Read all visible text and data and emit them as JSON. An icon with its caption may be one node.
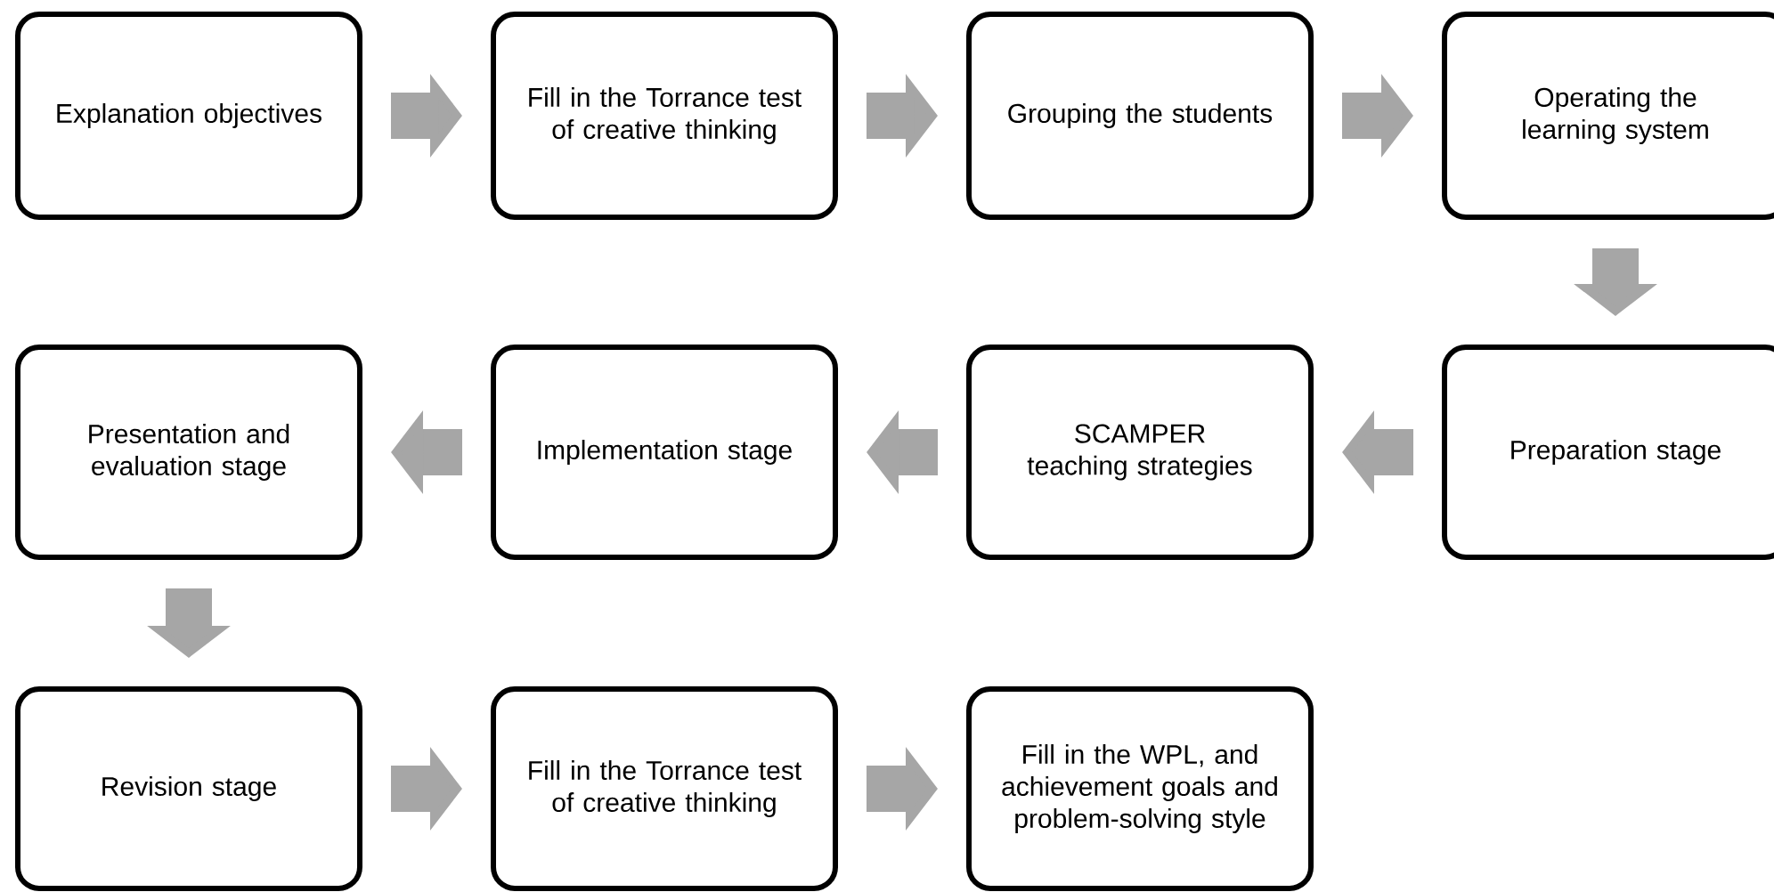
{
  "diagram": {
    "nodes": [
      {
        "text": [
          "Explanation objectives"
        ]
      },
      {
        "text": [
          "Fill in the Torrance test of creative thinking"
        ]
      },
      {
        "text": [
          "Grouping the students"
        ]
      },
      {
        "text": [
          "Operating the learning system"
        ]
      },
      {
        "text": [
          "Preparation stage"
        ]
      },
      {
        "text": [
          "SCAMPER teaching strategies"
        ]
      },
      {
        "text": [
          "Implementation stage"
        ]
      },
      {
        "text": [
          "Presentation and evaluation stage"
        ]
      },
      {
        "text": [
          "Revision stage"
        ]
      },
      {
        "text": [
          "Fill in the Torrance test of creative thinking"
        ]
      },
      {
        "text": [
          "Fill in the WPL, and achievement goals and problem-solving style"
        ]
      }
    ],
    "edges": [
      {
        "from": 0,
        "to": 1,
        "arrow": "to"
      },
      {
        "from": 1,
        "to": 2,
        "arrow": "to"
      },
      {
        "from": 2,
        "to": 3,
        "arrow": "to"
      },
      {
        "from": 3,
        "to": 4,
        "arrow": "to"
      },
      {
        "from": 4,
        "to": 5,
        "arrow": "to"
      },
      {
        "from": 5,
        "to": 6,
        "arrow": "to"
      },
      {
        "from": 6,
        "to": 7,
        "arrow": "to"
      },
      {
        "from": 7,
        "to": 8,
        "arrow": "to"
      },
      {
        "from": 8,
        "to": 9,
        "arrow": "to"
      },
      {
        "from": 9,
        "to": 10,
        "arrow": "to"
      }
    ]
  }
}
